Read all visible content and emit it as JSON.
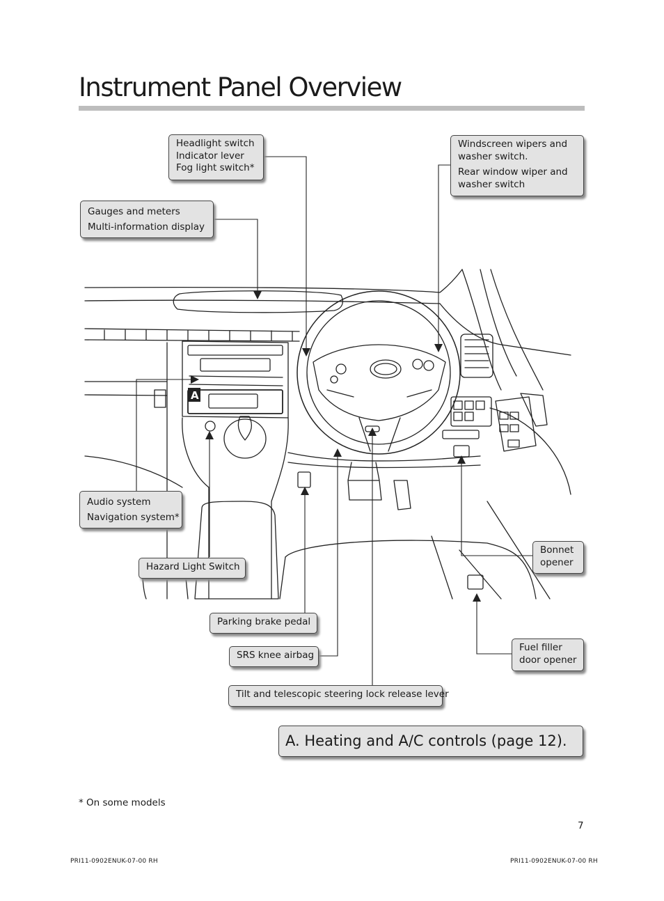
{
  "page": {
    "title": "Instrument Panel Overview",
    "footnote": "* On some models",
    "page_number": "7",
    "doc_code_left": "PRI11-0902ENUK-07-00 RH",
    "doc_code_right": "PRI11-0902ENUK-07-00 RH"
  },
  "callouts": {
    "headlight": [
      "Headlight switch",
      "Indicator lever",
      "Fog light switch*"
    ],
    "wipers": [
      "Windscreen wipers and",
      "washer switch.",
      "Rear window wiper and",
      "washer switch"
    ],
    "gauges": [
      "Gauges and meters",
      "Multi-information display"
    ],
    "audio": [
      "Audio system",
      "Navigation system*"
    ],
    "hazard": "Hazard Light Switch",
    "bonnet": [
      "Bonnet",
      "opener"
    ],
    "parking_brake": "Parking brake pedal",
    "srs": "SRS knee airbag",
    "tilt": "Tilt and telescopic steering lock release lever",
    "fuel": [
      "Fuel filler",
      "door opener"
    ]
  },
  "diagram": {
    "marker_a": "A"
  },
  "section_a": "A.  Heating and A/C controls (page 12)."
}
